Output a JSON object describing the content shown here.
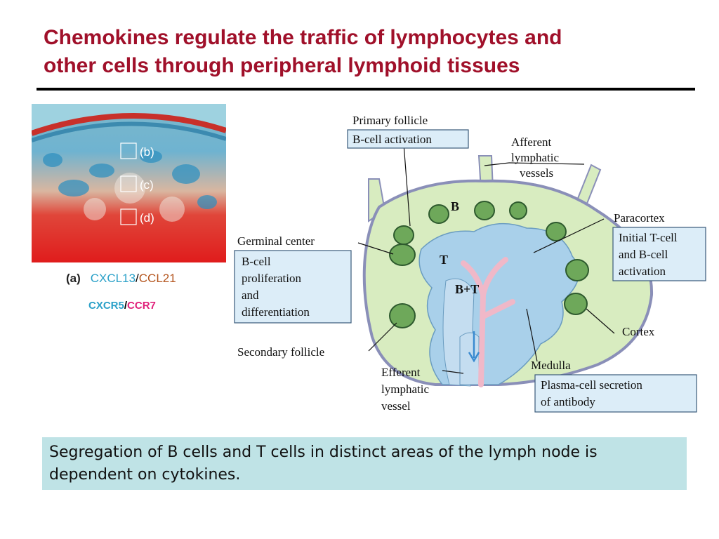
{
  "slide": {
    "title_line1": "Chemokines regulate the traffic of lymphocytes and",
    "title_line2": "other cells through peripheral lymphoid tissues",
    "note": "Segregation of B cells and T cells in distinct areas of the lymph node is dependent on cytokines."
  },
  "micrograph": {
    "box_b": "(b)",
    "box_c": "(c)",
    "box_d": "(d)",
    "panel_label": "(a)",
    "stain1": "CXCL13",
    "sep": "/",
    "stain2": "CCL21",
    "receptor1": "CXCR5",
    "receptor2": "CCR7"
  },
  "diagram": {
    "primary_follicle": "Primary follicle",
    "b_cell_activation": "B-cell activation",
    "afferent_1": "Afferent",
    "afferent_2": "lymphatic",
    "afferent_3": "vessels",
    "paracortex": "Paracortex",
    "paracortex_box_1": "Initial T-cell",
    "paracortex_box_2": "and B-cell",
    "paracortex_box_3": "activation",
    "germinal_center": "Germinal center",
    "gc_box_1": "B-cell",
    "gc_box_2": "proliferation",
    "gc_box_3": "and",
    "gc_box_4": "differentiation",
    "cortex": "Cortex",
    "secondary_follicle": "Secondary follicle",
    "efferent_1": "Efferent",
    "efferent_2": "lymphatic",
    "efferent_3": "vessel",
    "medulla": "Medulla",
    "medulla_box_1": "Plasma-cell secretion",
    "medulla_box_2": "of antibody",
    "zone_b": "B",
    "zone_t": "T",
    "zone_bt": "B+T"
  },
  "colors": {
    "title": "#a0102a",
    "cortex_fill": "#d8ecc0",
    "capsule": "#9aa0c8",
    "paracortex_fill": "#a9d0ea",
    "label_box_fill": "#dcedf8",
    "note_fill": "#bfe3e6"
  }
}
